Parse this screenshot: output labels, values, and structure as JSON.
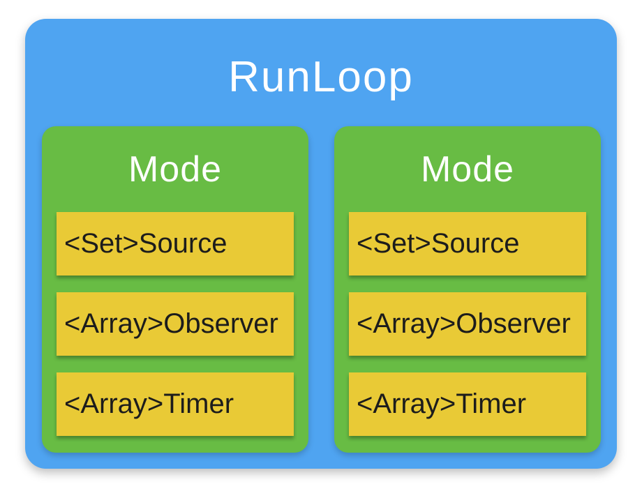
{
  "diagram": {
    "title": "RunLoop",
    "colors": {
      "blue": "#4FA4F1",
      "green": "#68BC44",
      "yellow": "#E9CA36",
      "title_text": "#FFFFFF",
      "item_text": "#1C1C1C"
    },
    "modes": [
      {
        "label": "Mode",
        "items": [
          "<Set>Source",
          "<Array>Observer",
          "<Array>Timer"
        ]
      },
      {
        "label": "Mode",
        "items": [
          "<Set>Source",
          "<Array>Observer",
          "<Array>Timer"
        ]
      }
    ]
  }
}
